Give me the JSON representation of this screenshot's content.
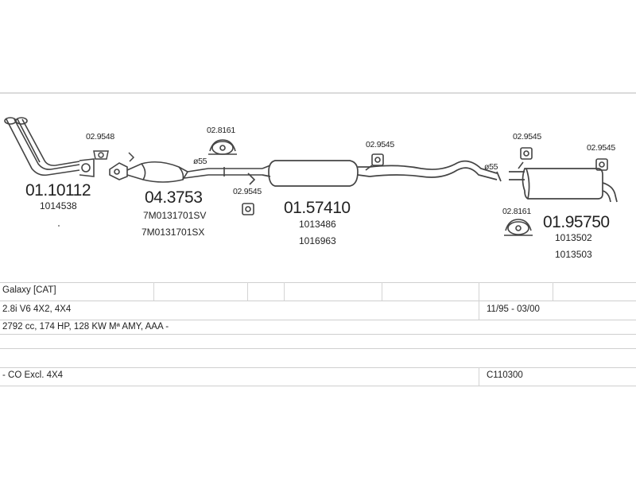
{
  "parts": {
    "p1": {
      "number": "01.10112",
      "ref": "1014538"
    },
    "p2": {
      "number": "04.3753",
      "ref1": "7M0131701SV",
      "ref2": "7M0131701SX"
    },
    "p3": {
      "number": "01.57410",
      "ref1": "1013486",
      "ref2": "1016963"
    },
    "p4": {
      "number": "01.95750",
      "ref1": "1013502",
      "ref2": "1013503"
    }
  },
  "small_parts": {
    "a": "02.9548",
    "b": "02.8161",
    "c": "02.9545",
    "d": "02.9545",
    "e": "02.9545",
    "f": "02.9545",
    "g": "02.8161"
  },
  "pipe_labels": {
    "d1": "ø55",
    "d2": "ø55"
  },
  "table": {
    "model": "Galaxy  [CAT]",
    "engine": "2.8i  V6 4X2, 4X4",
    "years": "11/95 - 03/00",
    "specs": "2792 cc, 174 HP, 128 KW Mª AMY, AAA -",
    "notes": "- CO Excl. 4X4",
    "code": "C110300"
  }
}
